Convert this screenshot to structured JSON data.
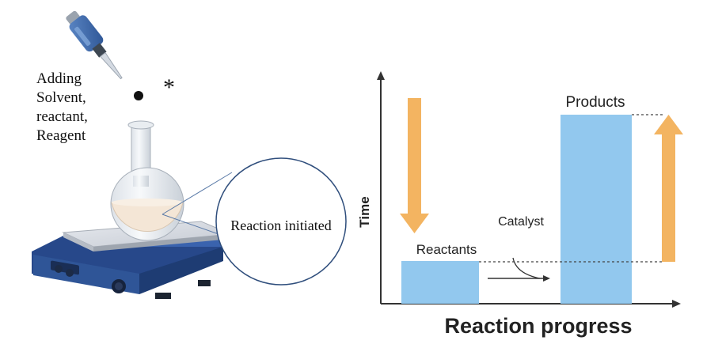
{
  "setup": {
    "add_lines": [
      "Adding",
      "Solvent,",
      "reactant,",
      "Reagent"
    ],
    "asterisk": "*",
    "zoom_label": "Reaction initiated"
  },
  "graph": {
    "y_axis_label": "Time",
    "x_axis_label": "Reaction progress",
    "reactants_label": "Reactants",
    "products_label": "Products",
    "catalyst_label": "Catalyst"
  },
  "colors": {
    "bar_fill": "#92C8EE",
    "arrow_orange": "#F3B461",
    "hotplate_blue": "#2F5597",
    "liquid": "#F4E6D6"
  }
}
